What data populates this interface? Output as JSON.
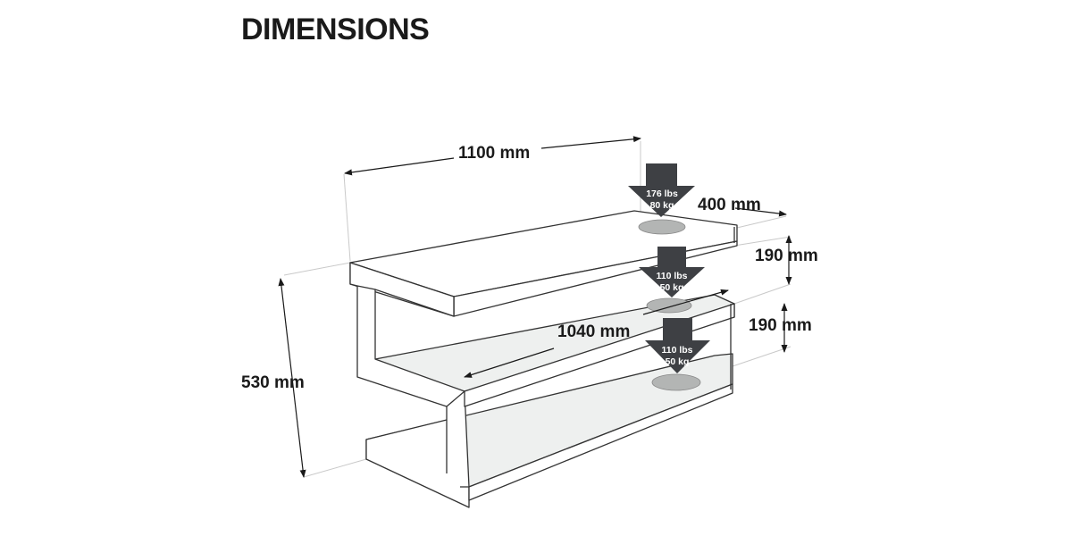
{
  "title": "DIMENSIONS",
  "dimensions": {
    "width": "1100 mm",
    "depth": "400 mm",
    "shelf_gap_top": "190 mm",
    "shelf_gap_bottom": "190 mm",
    "inner_width": "1040 mm",
    "height": "530 mm"
  },
  "loads": [
    {
      "lbs": "176 lbs",
      "kg": "80 kg"
    },
    {
      "lbs": "110 lbs",
      "kg": "50 kg"
    },
    {
      "lbs": "110 lbs",
      "kg": "50 kg"
    }
  ],
  "colors": {
    "arrow": "#3e4044",
    "shadow": "#b3b5b4",
    "line": "#333333"
  }
}
